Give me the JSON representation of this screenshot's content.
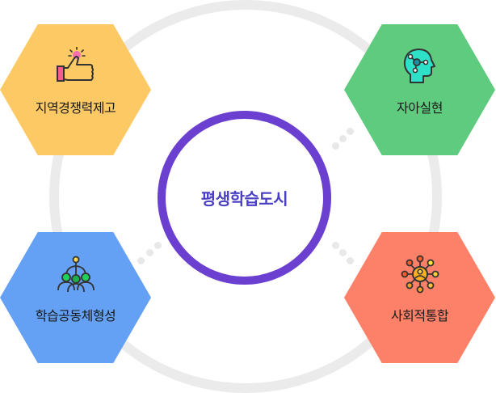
{
  "center": {
    "label": "평생학습도시",
    "color": "#6b3fd0",
    "text_color": "#4a3fc4"
  },
  "ring": {
    "color": "#ebebeb"
  },
  "nodes": [
    {
      "id": "top-left",
      "label": "지역경쟁력제고",
      "icon": "thumbs-up-icon",
      "color": "#fdc965"
    },
    {
      "id": "top-right",
      "label": "자아실현",
      "icon": "head-network-icon",
      "color": "#5fcb7e"
    },
    {
      "id": "bottom-left",
      "label": "학습공동체형성",
      "icon": "community-people-icon",
      "color": "#64a1f5"
    },
    {
      "id": "bottom-right",
      "label": "사회적통합",
      "icon": "social-network-icon",
      "color": "#fd8069"
    }
  ]
}
